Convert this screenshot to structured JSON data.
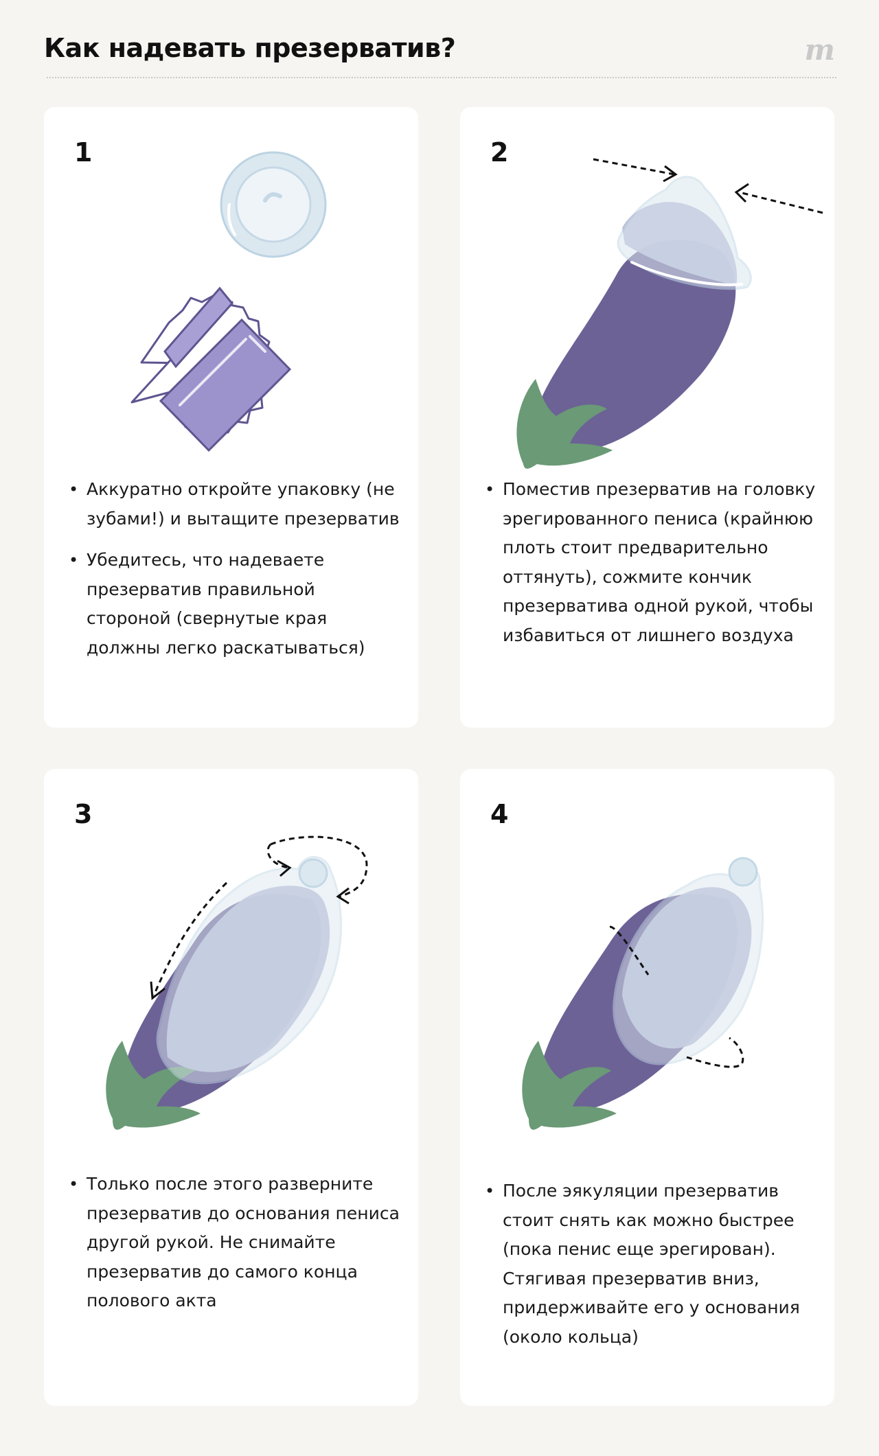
{
  "header": {
    "title": "Как надевать презерватив?",
    "logo": "m"
  },
  "steps": [
    {
      "number": "1",
      "bullets": [
        "Аккуратно откройте упаковку (не зубами!) и вытащите презерватив",
        "Убедитесь, что надеваете презерватив правильной стороной (свернутые края должны легко раскатываться)"
      ]
    },
    {
      "number": "2",
      "bullets": [
        "Поместив презерватив на головку эрегированного пениса (крайнюю плоть стоит предварительно оттянуть), сожмите кончик презерватива одной рукой, чтобы избавиться от лишнего воздуха"
      ]
    },
    {
      "number": "3",
      "bullets": [
        "Только после этого разверните презерватив до основания пениса другой рукой. Не снимайте презерватив до самого конца полового акта"
      ]
    },
    {
      "number": "4",
      "bullets": [
        "После эякуляции презерватив стоит снять как можно быстрее (пока пенис еще эрегирован). Стягивая презерватив вниз, придерживайте его у основания (около кольца)"
      ]
    }
  ],
  "colors": {
    "background": "#f6f5f1",
    "card": "#ffffff",
    "eggplant": "#6c6296",
    "leaf": "#6a9a76",
    "condom": "#dce8f0",
    "package": "#9c92cc"
  }
}
